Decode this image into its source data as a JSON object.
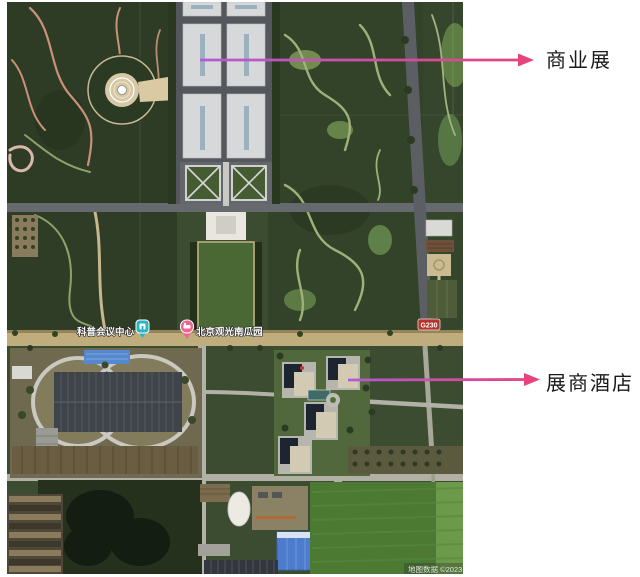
{
  "annotations": {
    "top": {
      "label": "商业展"
    },
    "bottom": {
      "label": "展商酒店"
    },
    "arrow_gradient_start": "#b45ad4",
    "arrow_gradient_end": "#e8437c",
    "text_color": "#1a1a1a"
  },
  "map": {
    "pois": [
      {
        "label": "科普会议中心",
        "pin": "convention-center-pin",
        "pin_color": "#2ab5c0"
      },
      {
        "label": "北京观光南瓜园",
        "pin": "attraction-pin",
        "pin_color": "#ee6593"
      }
    ],
    "road_badge": {
      "label": "G230",
      "color": "#b5332d"
    },
    "attribution": "地图数据 ©2023"
  }
}
